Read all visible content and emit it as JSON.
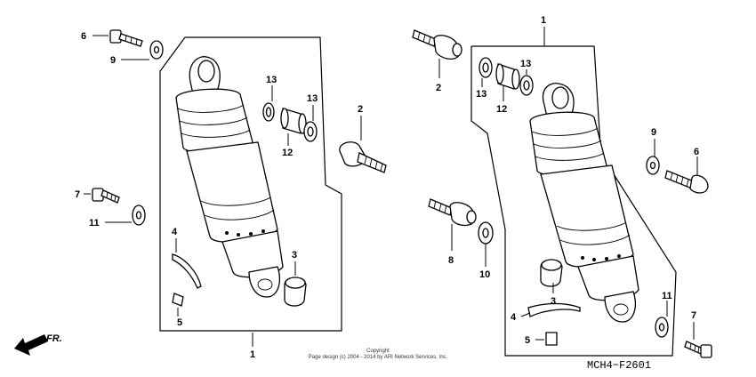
{
  "diagram": {
    "code": "MCH4−F2601",
    "copyright_line1": "Copyright",
    "copyright_line2": "Page design (c) 2004 - 2014 by ARI Network Services, Inc.",
    "direction_label": "FR.",
    "callouts_left": [
      "6",
      "9",
      "13",
      "13",
      "12",
      "2",
      "7",
      "11",
      "4",
      "3",
      "5",
      "1"
    ],
    "callouts_right": [
      "1",
      "2",
      "13",
      "13",
      "12",
      "9",
      "6",
      "8",
      "10",
      "3",
      "4",
      "5",
      "11",
      "7"
    ]
  }
}
